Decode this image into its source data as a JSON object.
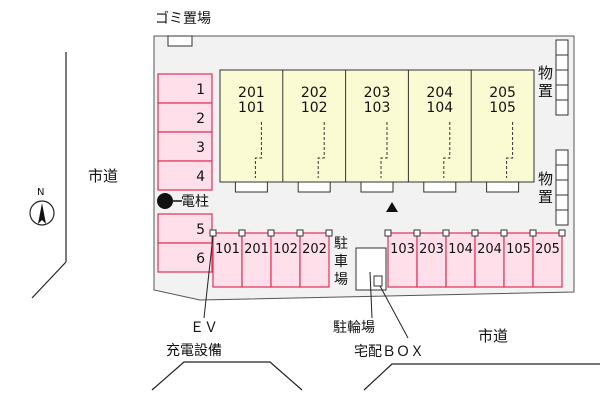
{
  "labels": {
    "garbage": "ゴミ置場",
    "road_left": "市道",
    "road_bottom": "市道",
    "utility_pole": "電柱",
    "storage_top": "物置",
    "storage_bottom": "物置",
    "parking_vertical": "駐車場",
    "bicycle": "駐輪場",
    "delivery_box": "宅配ＢＯＸ",
    "ev_line1": "ＥＶ",
    "ev_line2": "充電設備",
    "north": "N"
  },
  "left_parking": [
    "1",
    "2",
    "3",
    "4",
    "5",
    "6"
  ],
  "units_upper": [
    "201",
    "202",
    "203",
    "204",
    "205"
  ],
  "units_lower": [
    "101",
    "102",
    "103",
    "104",
    "105"
  ],
  "bottom_left_parking": [
    "101",
    "201",
    "102",
    "202"
  ],
  "bottom_right_parking": [
    "103",
    "203",
    "104",
    "204",
    "105",
    "205"
  ],
  "colors": {
    "parking_fill": "#ffe0ea",
    "parking_stroke": "#e0305a",
    "building_fill": "#fbfbd3",
    "site_fill": "#f2f2f2"
  }
}
